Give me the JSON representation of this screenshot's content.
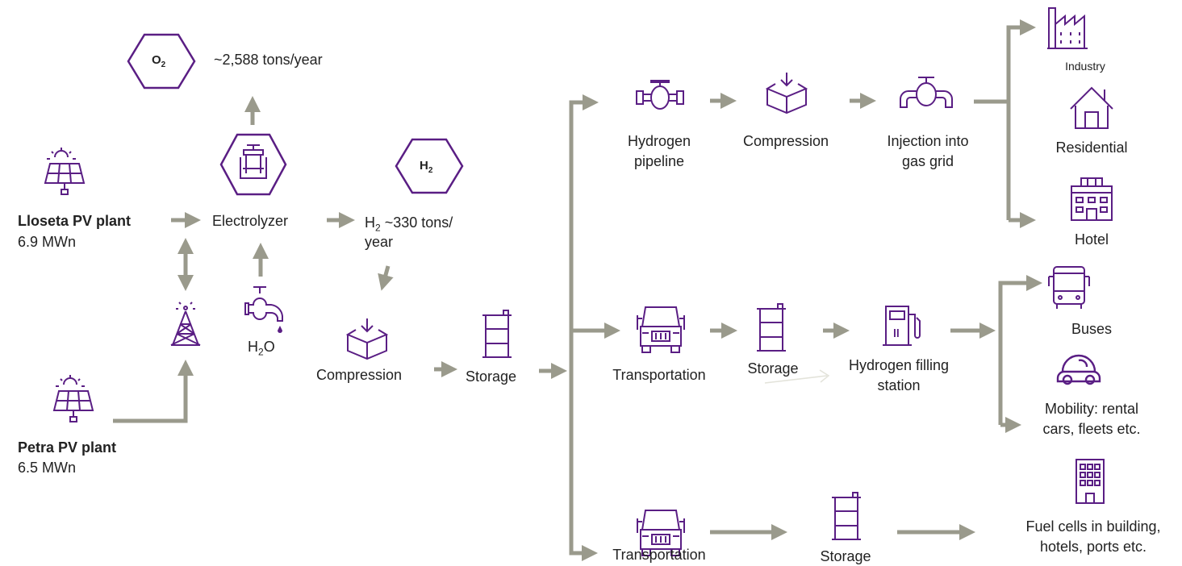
{
  "colors": {
    "icon": "#5a1e84",
    "arrow": "#9a9a8c"
  },
  "sources": {
    "lloseta": {
      "name": "Lloseta PV plant",
      "capacity": "6.9 MWn",
      "icon": "solar-panel-icon"
    },
    "petra": {
      "name": "Petra PV plant",
      "capacity": "6.5 MWn",
      "icon": "solar-panel-icon"
    },
    "grid_icon": "power-tower-icon"
  },
  "electrolyzer": {
    "label": "Electrolyzer",
    "icon": "electrolyzer-icon"
  },
  "water": {
    "label_main": "H",
    "label_sub": "2",
    "label_tail": "O",
    "icon": "water-tap-icon"
  },
  "oxygen": {
    "badge_main": "O",
    "badge_sub": "2",
    "amount": "~2,588 tons/year"
  },
  "hydrogen": {
    "badge_main": "H",
    "badge_sub": "2",
    "amount_main": "H",
    "amount_sub": "2",
    "amount_line1": " ~330 tons/",
    "amount_line2": "year"
  },
  "compression_main": {
    "label": "Compression",
    "icon": "compression-box-icon"
  },
  "storage_main": {
    "label": "Storage",
    "icon": "storage-tank-icon"
  },
  "route_pipeline": {
    "pipeline": {
      "line1": "Hydrogen",
      "line2": "pipeline",
      "icon": "pipeline-valve-icon"
    },
    "compression": {
      "label": "Compression",
      "icon": "compression-box-icon"
    },
    "injection": {
      "line1": "Injection into",
      "line2": "gas grid",
      "icon": "gas-grid-valve-icon"
    },
    "endpoints": [
      {
        "label": "Industry",
        "icon": "factory-icon"
      },
      {
        "label": "Residential",
        "icon": "house-icon"
      },
      {
        "label": "Hotel",
        "icon": "hotel-icon"
      }
    ]
  },
  "route_truck": {
    "transport": {
      "label": "Transportation",
      "icon": "truck-icon"
    },
    "storage": {
      "label": "Storage",
      "icon": "storage-tank-icon"
    },
    "station": {
      "line1": "Hydrogen filling",
      "line2": "station",
      "icon": "fuel-pump-icon"
    },
    "endpoints": [
      {
        "label": "Buses",
        "icon": "bus-icon"
      },
      {
        "label_line1": "Mobility: rental",
        "label_line2": "cars, fleets etc.",
        "icon": "car-icon"
      }
    ]
  },
  "route_fuelcell": {
    "transport": {
      "label": "Transportation",
      "icon": "truck-icon"
    },
    "storage": {
      "label": "Storage",
      "icon": "storage-tank-icon"
    },
    "endpoint": {
      "line1": "Fuel cells in building,",
      "line2": "hotels, ports etc.",
      "icon": "office-building-icon"
    }
  }
}
